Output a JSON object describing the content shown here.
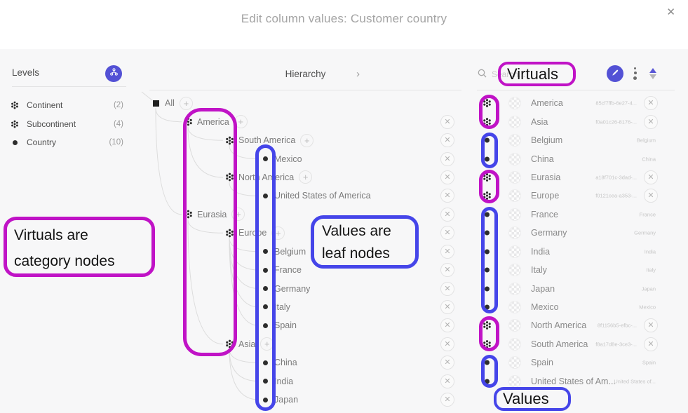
{
  "window": {
    "title": "Edit column values: Customer country",
    "close_icon": "✕"
  },
  "levels_panel": {
    "header": "Levels",
    "items": [
      {
        "type": "virtual",
        "label": "Continent",
        "count": "(2)"
      },
      {
        "type": "virtual",
        "label": "Subcontinent",
        "count": "(4)"
      },
      {
        "type": "value",
        "label": "Country",
        "count": "(10)"
      }
    ]
  },
  "hierarchy_panel": {
    "header": "Hierarchy",
    "chevron": "›",
    "add_icon": "+",
    "remove_icon": "✕",
    "nodes": [
      {
        "label": "All",
        "type": "root",
        "depth": 0,
        "parent": null,
        "add": true,
        "remove": false
      },
      {
        "label": "America",
        "type": "virtual",
        "depth": 1,
        "parent": 0,
        "add": true,
        "remove": true
      },
      {
        "label": "South America",
        "type": "virtual",
        "depth": 2,
        "parent": 1,
        "add": true,
        "remove": true
      },
      {
        "label": "Mexico",
        "type": "value",
        "depth": 3,
        "parent": 2,
        "add": false,
        "remove": true
      },
      {
        "label": "North America",
        "type": "virtual",
        "depth": 2,
        "parent": 1,
        "add": true,
        "remove": true
      },
      {
        "label": "United States of America",
        "type": "value",
        "depth": 3,
        "parent": 4,
        "add": false,
        "remove": true
      },
      {
        "label": "Eurasia",
        "type": "virtual",
        "depth": 1,
        "parent": 0,
        "add": true,
        "remove": true
      },
      {
        "label": "Europe",
        "type": "virtual",
        "depth": 2,
        "parent": 6,
        "add": true,
        "remove": true
      },
      {
        "label": "Belgium",
        "type": "value",
        "depth": 3,
        "parent": 7,
        "add": false,
        "remove": true
      },
      {
        "label": "France",
        "type": "value",
        "depth": 3,
        "parent": 7,
        "add": false,
        "remove": true
      },
      {
        "label": "Germany",
        "type": "value",
        "depth": 3,
        "parent": 7,
        "add": false,
        "remove": true
      },
      {
        "label": "Italy",
        "type": "value",
        "depth": 3,
        "parent": 7,
        "add": false,
        "remove": true
      },
      {
        "label": "Spain",
        "type": "value",
        "depth": 3,
        "parent": 7,
        "add": false,
        "remove": true
      },
      {
        "label": "Asia",
        "type": "virtual",
        "depth": 2,
        "parent": 6,
        "add": true,
        "remove": true
      },
      {
        "label": "China",
        "type": "value",
        "depth": 3,
        "parent": 13,
        "add": false,
        "remove": true
      },
      {
        "label": "India",
        "type": "value",
        "depth": 3,
        "parent": 13,
        "add": false,
        "remove": true
      },
      {
        "label": "Japan",
        "type": "value",
        "depth": 3,
        "parent": 13,
        "add": false,
        "remove": true
      }
    ]
  },
  "virtuals_panel": {
    "search_placeholder": "Search...",
    "toolbar": {
      "edit_icon": "paintbrush",
      "menu_icon": "kebab",
      "sort_icon": "sort-arrows"
    },
    "rows": [
      {
        "type": "virtual",
        "label": "America",
        "detail": "85cf7ffb-6e27-4...",
        "remove": true
      },
      {
        "type": "virtual",
        "label": "Asia",
        "detail": "f0a01c26-8176-...",
        "remove": true
      },
      {
        "type": "value",
        "label": "Belgium",
        "detail": "Belgium",
        "remove": false
      },
      {
        "type": "value",
        "label": "China",
        "detail": "China",
        "remove": false
      },
      {
        "type": "virtual",
        "label": "Eurasia",
        "detail": "a18f701c-3dad-...",
        "remove": true
      },
      {
        "type": "virtual",
        "label": "Europe",
        "detail": "f0121cea-a353-...",
        "remove": true
      },
      {
        "type": "value",
        "label": "France",
        "detail": "France",
        "remove": false
      },
      {
        "type": "value",
        "label": "Germany",
        "detail": "Germany",
        "remove": false
      },
      {
        "type": "value",
        "label": "India",
        "detail": "India",
        "remove": false
      },
      {
        "type": "value",
        "label": "Italy",
        "detail": "Italy",
        "remove": false
      },
      {
        "type": "value",
        "label": "Japan",
        "detail": "Japan",
        "remove": false
      },
      {
        "type": "value",
        "label": "Mexico",
        "detail": "Mexico",
        "remove": false
      },
      {
        "type": "virtual",
        "label": "North America",
        "detail": "8f1156b5-efbc-...",
        "remove": true
      },
      {
        "type": "virtual",
        "label": "South America",
        "detail": "f8a17d8e-3ce3-...",
        "remove": true
      },
      {
        "type": "value",
        "label": "Spain",
        "detail": "Spain",
        "remove": false
      },
      {
        "type": "value",
        "label": "United States of Am...",
        "detail": "United States of...",
        "remove": false
      }
    ]
  },
  "annotations": {
    "virtuals_heading": "Virtuals",
    "values_heading": "Values",
    "left_note_line1": "Virtuals are",
    "left_note_line2": "category nodes",
    "mid_note_line1": "Values are",
    "mid_note_line2": "leaf nodes",
    "magenta": "#c013c6",
    "blue": "#4545e9"
  },
  "colors": {
    "accent": "#5351d5",
    "background": "#f7f7f8",
    "topbar": "#ffffff"
  }
}
